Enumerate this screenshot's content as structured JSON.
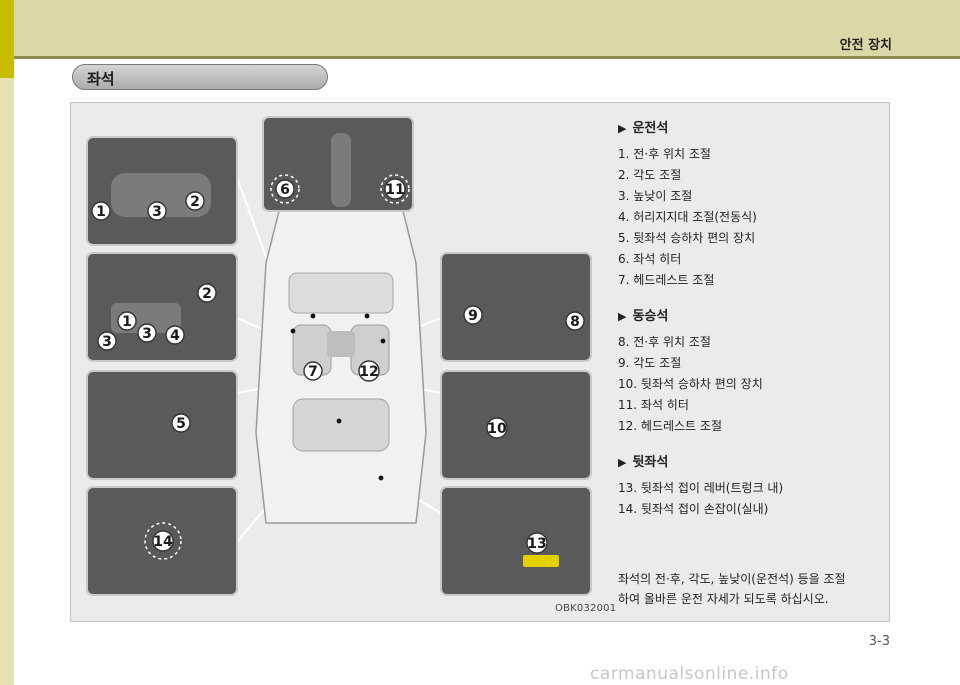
{
  "header": {
    "chapter_title": "안전 장치"
  },
  "section": {
    "title": "좌석"
  },
  "figure": {
    "code": "OBK032001",
    "badges": [
      "1",
      "2",
      "3",
      "1",
      "2",
      "3",
      "3",
      "4",
      "5",
      "6",
      "7",
      "8",
      "9",
      "10",
      "11",
      "12",
      "13",
      "14"
    ]
  },
  "driver": {
    "heading": "운전석",
    "items": [
      "1.  전·후 위치 조절",
      "2.  각도 조절",
      "3.  높낮이 조절",
      "4.  허리지지대 조절(전동식)",
      "5.  뒷좌석 승하차 편의 장치",
      "6.  좌석 히터",
      "7.  헤드레스트 조절"
    ]
  },
  "passenger": {
    "heading": "동승석",
    "items": [
      "8.  전·후 위치 조절",
      "9.  각도 조절",
      "10. 뒷좌석 승하차 편의 장치",
      "11. 좌석 히터",
      "12. 헤드레스트 조절"
    ]
  },
  "rear": {
    "heading": "뒷좌석",
    "items": [
      "13. 뒷좌석 접이 레버(트렁크 내)",
      "14.  뒷좌석 접이 손잡이(실내)"
    ]
  },
  "note": {
    "lines": [
      "좌석의 전·후, 각도, 높낮이(운전석) 등을 조절",
      "하여 올바른 운전 자세가 되도록 하십시오."
    ]
  },
  "footer": {
    "page_number": "3-3",
    "watermark": "carmanualsonline.info"
  }
}
